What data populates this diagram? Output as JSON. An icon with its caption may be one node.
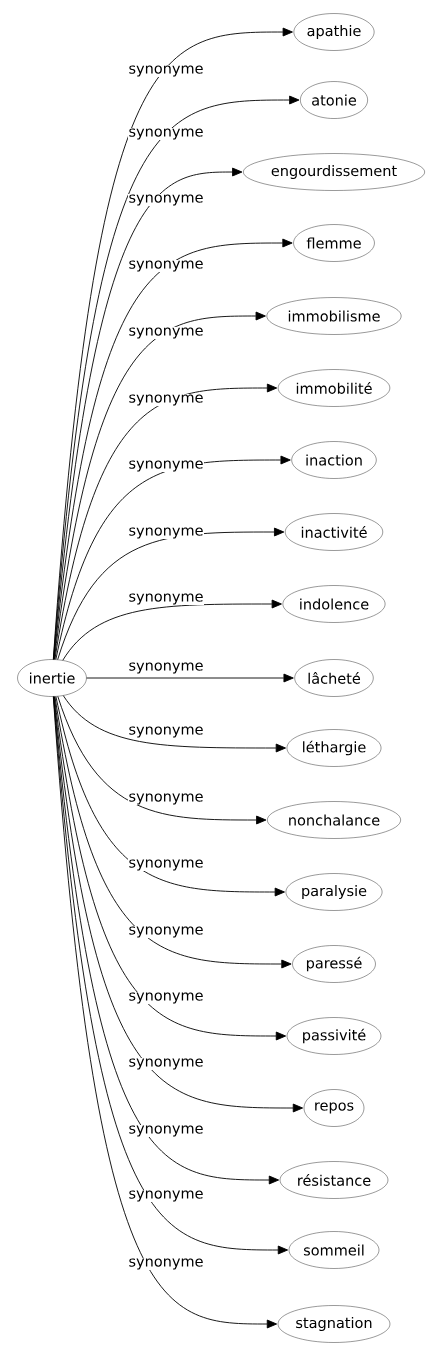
{
  "diagram": {
    "nodes": [
      {
        "text": [
          "inertie"
        ]
      },
      {
        "text": [
          "apathie"
        ]
      },
      {
        "text": [
          "atonie"
        ]
      },
      {
        "text": [
          "engourdissement"
        ]
      },
      {
        "text": [
          "flemme"
        ]
      },
      {
        "text": [
          "immobilisme"
        ]
      },
      {
        "text": [
          "immobilité"
        ]
      },
      {
        "text": [
          "inaction"
        ]
      },
      {
        "text": [
          "inactivité"
        ]
      },
      {
        "text": [
          "indolence"
        ]
      },
      {
        "text": [
          "lâcheté"
        ]
      },
      {
        "text": [
          "léthargie"
        ]
      },
      {
        "text": [
          "nonchalance"
        ]
      },
      {
        "text": [
          "paralysie"
        ]
      },
      {
        "text": [
          "paressé"
        ]
      },
      {
        "text": [
          "passivité"
        ]
      },
      {
        "text": [
          "repos"
        ]
      },
      {
        "text": [
          "résistance"
        ]
      },
      {
        "text": [
          "sommeil"
        ]
      },
      {
        "text": [
          "stagnation"
        ]
      }
    ],
    "edges": [
      {
        "from": 0,
        "to": 1,
        "arrow": "to",
        "label": "synonyme"
      },
      {
        "from": 0,
        "to": 2,
        "arrow": "to",
        "label": "synonyme"
      },
      {
        "from": 0,
        "to": 3,
        "arrow": "to",
        "label": "synonyme"
      },
      {
        "from": 0,
        "to": 4,
        "arrow": "to",
        "label": "synonyme"
      },
      {
        "from": 0,
        "to": 5,
        "arrow": "to",
        "label": "synonyme"
      },
      {
        "from": 0,
        "to": 6,
        "arrow": "to",
        "label": "synonyme"
      },
      {
        "from": 0,
        "to": 7,
        "arrow": "to",
        "label": "synonyme"
      },
      {
        "from": 0,
        "to": 8,
        "arrow": "to",
        "label": "synonyme"
      },
      {
        "from": 0,
        "to": 9,
        "arrow": "to",
        "label": "synonyme"
      },
      {
        "from": 0,
        "to": 10,
        "arrow": "to",
        "label": "synonyme"
      },
      {
        "from": 0,
        "to": 11,
        "arrow": "to",
        "label": "synonyme"
      },
      {
        "from": 0,
        "to": 12,
        "arrow": "to",
        "label": "synonyme"
      },
      {
        "from": 0,
        "to": 13,
        "arrow": "to",
        "label": "synonyme"
      },
      {
        "from": 0,
        "to": 14,
        "arrow": "to",
        "label": "synonyme"
      },
      {
        "from": 0,
        "to": 15,
        "arrow": "to",
        "label": "synonyme"
      },
      {
        "from": 0,
        "to": 16,
        "arrow": "to",
        "label": "synonyme"
      },
      {
        "from": 0,
        "to": 17,
        "arrow": "to",
        "label": "synonyme"
      },
      {
        "from": 0,
        "to": 18,
        "arrow": "to",
        "label": "synonyme"
      },
      {
        "from": 0,
        "to": 19,
        "arrow": "to",
        "label": "synonyme"
      }
    ]
  }
}
